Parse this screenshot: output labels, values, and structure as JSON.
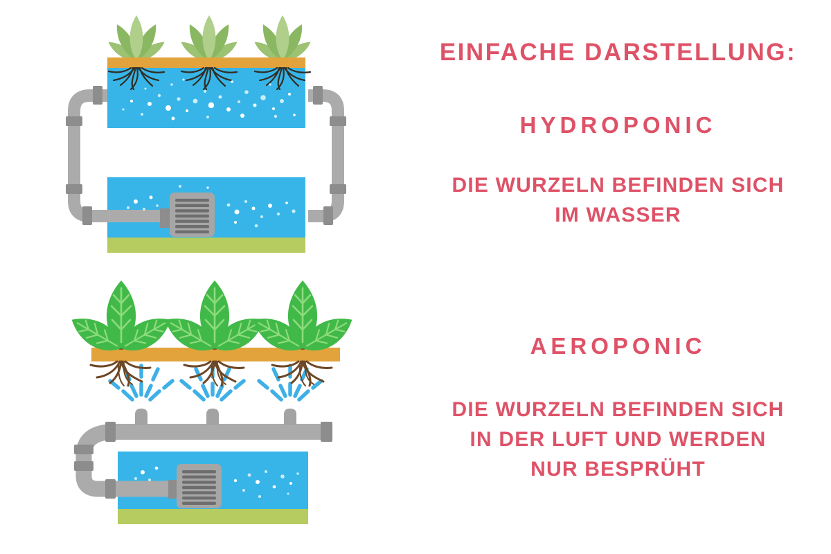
{
  "title": "EINFACHE DARSTELLUNG:",
  "sections": [
    {
      "heading": "HYDROPONIC",
      "description_lines": [
        "DIE WURZELN BEFINDEN SICH",
        "IM WASSER"
      ]
    },
    {
      "heading": "AEROPONIC",
      "description_lines": [
        "DIE WURZELN BEFINDEN SICH",
        "IN DER LUFT UND WERDEN",
        "NUR BESPRÜHT"
      ]
    }
  ],
  "illustrations": {
    "hydroponic": {
      "name": "hydroponic-system",
      "plants": 3
    },
    "aeroponic": {
      "name": "aeroponic-system",
      "plants": 3
    }
  },
  "colors": {
    "page_bg": "#ffffff",
    "text": "#de5267",
    "water": "#38b5e8",
    "board": "#e2a33c",
    "soil": "#b6cb60",
    "pipe": "#ababab",
    "pipe_joint": "#8d8d8d",
    "pump_body": "#a6a6a6",
    "pump_slats": "#6d6d6d",
    "leaf_light": "#afcf8a",
    "leaf_mid": "#9cc273",
    "leaf_dark": "#8ab762",
    "leaf_bright": "#41b948",
    "leaf_vein": "#8edb7e",
    "stem_brown": "#7a5230",
    "root_dark": "#302e24",
    "root_brown": "#6d4726",
    "spray_blue": "#3fb0e6",
    "nozzle": "#a3a3a3",
    "bubble_white": "#ffffff",
    "bubble_cyan": "#c9eef8"
  }
}
